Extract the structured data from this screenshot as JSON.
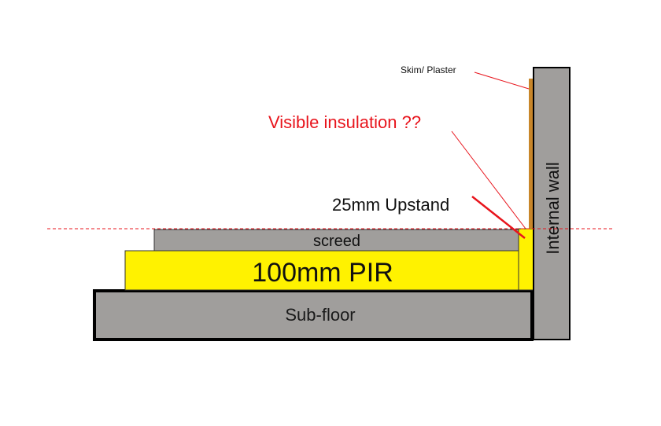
{
  "labels": {
    "skim_plaster": "Skim/ Plaster",
    "visible_insulation": "Visible insulation ??",
    "upstand": "25mm Upstand",
    "internal_wall": "Internal wall",
    "screed": "screed",
    "pir": "100mm PIR",
    "sub_floor": "Sub-floor"
  },
  "colors": {
    "wall": "#a09e9c",
    "screed": "#a09e9c",
    "subfloor": "#a09e9c",
    "pir": "#fff200",
    "plaster": "#c8862a",
    "annotation_red": "#e8141c",
    "outline": "#000000"
  }
}
